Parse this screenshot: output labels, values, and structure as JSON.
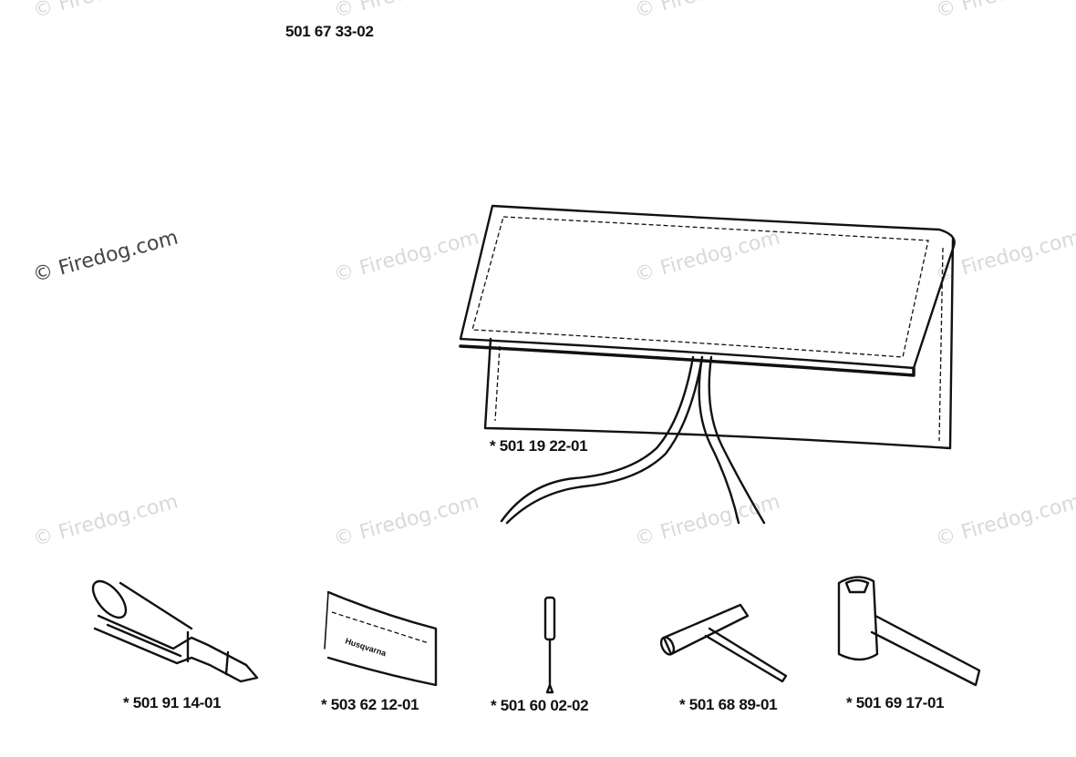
{
  "header_part_number": "501 67 33-02",
  "watermark_text": "© Firedog.com",
  "parts": [
    {
      "name": "tool-bag",
      "label": "*  501 19 22-01"
    },
    {
      "name": "combination-spanner",
      "label": "*  501 91 14-01"
    },
    {
      "name": "sharpening-file",
      "label": "*  503 62 12-01"
    },
    {
      "name": "screwdriver",
      "label": "*  501 60 02-02"
    },
    {
      "name": "t-wrench",
      "label": "*  501 68 89-01"
    },
    {
      "name": "spark-plug-wrench",
      "label": "*  501 69 17-01"
    }
  ],
  "file_brand_text": "Husqvarna"
}
